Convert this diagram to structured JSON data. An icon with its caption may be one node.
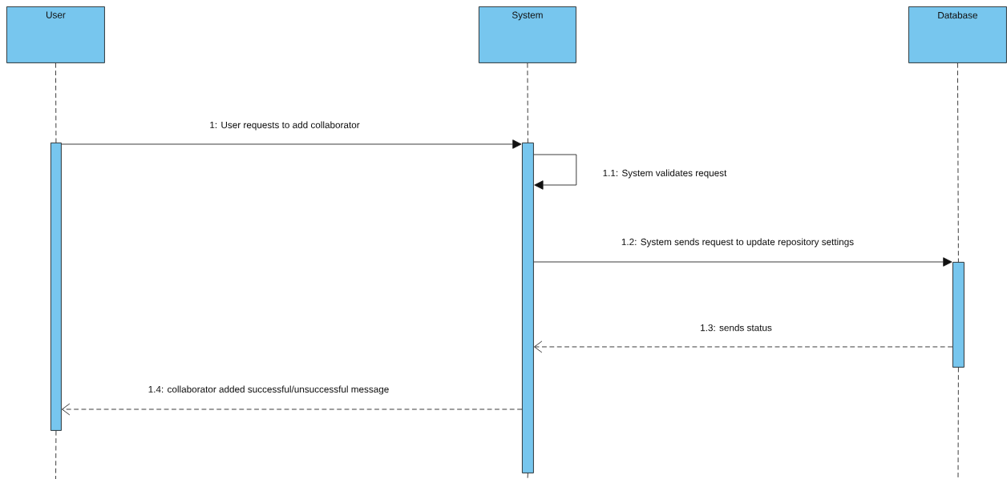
{
  "diagram": {
    "nodes": [
      {
        "text": [
          "User"
        ]
      },
      {
        "text": [
          "System"
        ]
      },
      {
        "text": [
          "Database"
        ]
      },
      {
        "text": [],
        "shape": "bar"
      },
      {
        "text": [],
        "shape": "bar"
      },
      {
        "text": [],
        "shape": "bar"
      }
    ],
    "edges": [
      {
        "from": 0,
        "to": 3,
        "arrow": "none",
        "style": "dashed"
      },
      {
        "from": 1,
        "to": 4,
        "arrow": "none",
        "style": "dashed"
      },
      {
        "from": 2,
        "to": 5,
        "arrow": "none",
        "style": "dashed"
      },
      {
        "from": 3,
        "to": 4,
        "arrow": "to",
        "label": "1: User requests to add collaborator"
      },
      {
        "from": 4,
        "to": 4,
        "arrow": "to",
        "label": "1.1: System validates request"
      },
      {
        "from": 4,
        "to": 5,
        "arrow": "to",
        "label": "1.2: System sends request to update repository settings"
      },
      {
        "from": 5,
        "to": 4,
        "arrow": "to",
        "style": "dashed",
        "label": "1.3: sends status"
      },
      {
        "from": 4,
        "to": 3,
        "arrow": "to",
        "style": "dashed",
        "label": "1.4: collaborator added successful/unsuccessful message"
      }
    ]
  }
}
